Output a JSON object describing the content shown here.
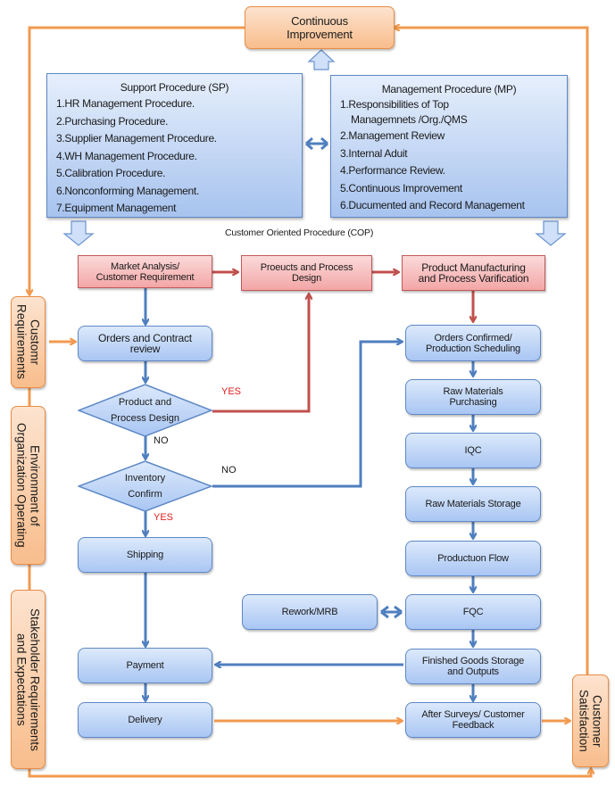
{
  "title_box": {
    "line1": "Continuous",
    "line2": "Improvement"
  },
  "support_panel": {
    "title": "Support Procedure (SP)",
    "items": [
      "1.HR Management Procedure.",
      "2.Purchasing Procedure.",
      "3.Supplier Management Procedure.",
      "4.WH Management Procedure.",
      "5.Calibration Procedure.",
      "6.Nonconforming Management.",
      "7.Equipment Management"
    ]
  },
  "management_panel": {
    "title": "Management Procedure (MP)",
    "items": [
      "1.Responsibilities of  Top",
      "Managemnets /Org./QMS",
      "2.Management Review",
      "3.Internal Aduit",
      "4.Performance Review.",
      "5.Continuous Improvement",
      "6.Ducumented  and Record Management"
    ]
  },
  "cop_label": "Customer Oriented Procedure (COP)",
  "red_boxes": {
    "market": {
      "line1": "Market Analysis/",
      "line2": "Customer Requirement"
    },
    "design": {
      "line1": "Proeucts and Process",
      "line2": "Design"
    },
    "manufacturing": {
      "line1": "Product Manufacturing",
      "line2": "and Process Varification"
    }
  },
  "left_flow": {
    "orders_review": {
      "line1": "Orders and Contract",
      "line2": "review"
    },
    "decision_design": {
      "line1": "Product and",
      "line2": "Process Design"
    },
    "decision_inventory": {
      "line1": "Inventory",
      "line2": "Confirm"
    },
    "shipping": "Shipping",
    "payment": "Payment",
    "delivery": "Delivery"
  },
  "right_flow": {
    "orders_confirmed": {
      "line1": "Orders Confirmed/",
      "line2": "Production Scheduling"
    },
    "raw_purchasing": {
      "line1": "Raw Materials",
      "line2": "Purchasing"
    },
    "iqc": "IQC",
    "raw_storage": "Raw Materials Storage",
    "production_flow": "Productuon Flow",
    "fqc": "FQC",
    "rework": "Rework/MRB",
    "finished_goods": {
      "line1": "Finished Goods Storage",
      "line2": "and Outputs"
    },
    "after_surveys": {
      "line1": "After Surveys/ Customer",
      "line2": "Feedback"
    }
  },
  "branch_labels": {
    "design_yes": "YES",
    "design_no": "NO",
    "inventory_no": "NO",
    "inventory_yes": "YES"
  },
  "side_boxes": {
    "customer_requirements": {
      "line1": "Customr",
      "line2": "Requirements"
    },
    "environment": {
      "line1": "Environment of",
      "line2": "Organization Operating"
    },
    "stakeholder": {
      "line1": "Stakeholder Requirements",
      "line2": "and Expectations"
    },
    "customer_satisfaction": {
      "line1": "Customer",
      "line2": "Satisfaction"
    }
  },
  "colors": {
    "orange_line": "#f29a4f",
    "blue_line": "#4f7fbf",
    "red_line": "#c0504d",
    "yes_text": "#e02020"
  }
}
